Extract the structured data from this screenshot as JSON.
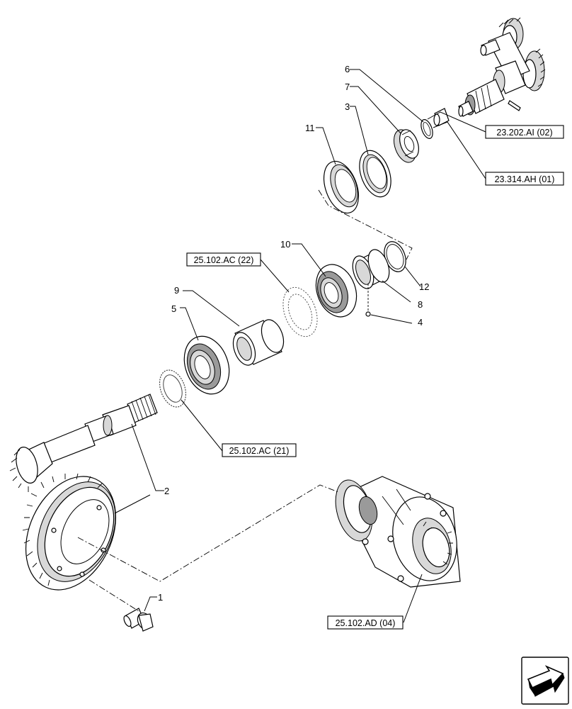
{
  "callouts": {
    "p1": "1",
    "p2": "2",
    "p3": "3",
    "p4": "4",
    "p5": "5",
    "p6": "6",
    "p7": "7",
    "p8": "8",
    "p9": "9",
    "p10": "10",
    "p11": "11",
    "p12": "12"
  },
  "references": {
    "r_23202": "23.202.AI (02)",
    "r_23314": "23.314.AH (01)",
    "r_25102_22": "25.102.AC (22)",
    "r_25102_21": "25.102.AC (21)",
    "r_25102_ad": "25.102.AD (04)"
  },
  "icons": {
    "nav": "arrow-nav-icon"
  }
}
